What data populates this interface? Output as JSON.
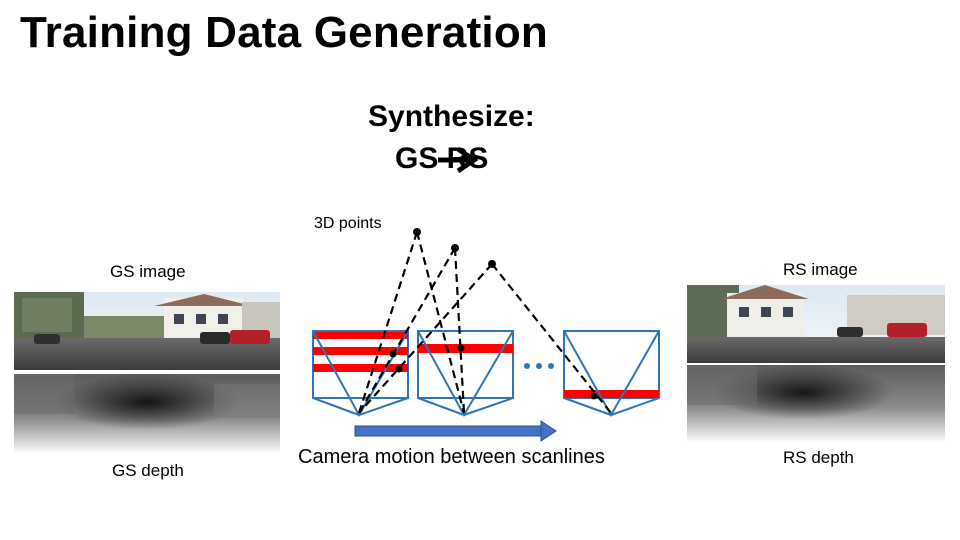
{
  "slide": {
    "title": "Training Data Generation",
    "synthesize_line1": "Synthesize:",
    "synthesize_line2": "GS   RS",
    "points_label": "3D points",
    "gs_image_label": "GS image",
    "gs_depth_label": "GS depth",
    "rs_image_label": "RS image",
    "rs_depth_label": "RS depth",
    "motion_label": "Camera motion between scanlines"
  },
  "colors": {
    "camera_outline": "#2e75b6",
    "scanline_red": "#ff0000",
    "motion_arrow": "#4472c4",
    "ray_black": "#000000"
  },
  "icons": {
    "synth_arrow": "right-arrow-icon",
    "ellipsis": "three-dots"
  }
}
